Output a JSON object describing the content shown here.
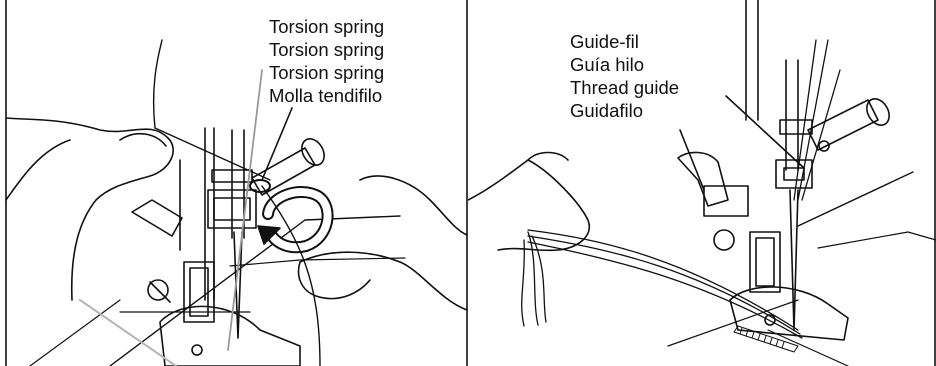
{
  "left_panel": {
    "labels": [
      "Torsion spring",
      "Torsion spring",
      "Torsion spring",
      "Molla tendifilo"
    ]
  },
  "right_panel": {
    "labels": [
      "Guide-fil",
      "Guía hilo",
      "Thread guide",
      "Guidafilo"
    ]
  },
  "colors": {
    "line": "#111111",
    "grey_thread": "#9a9a9a",
    "background": "#ffffff"
  }
}
